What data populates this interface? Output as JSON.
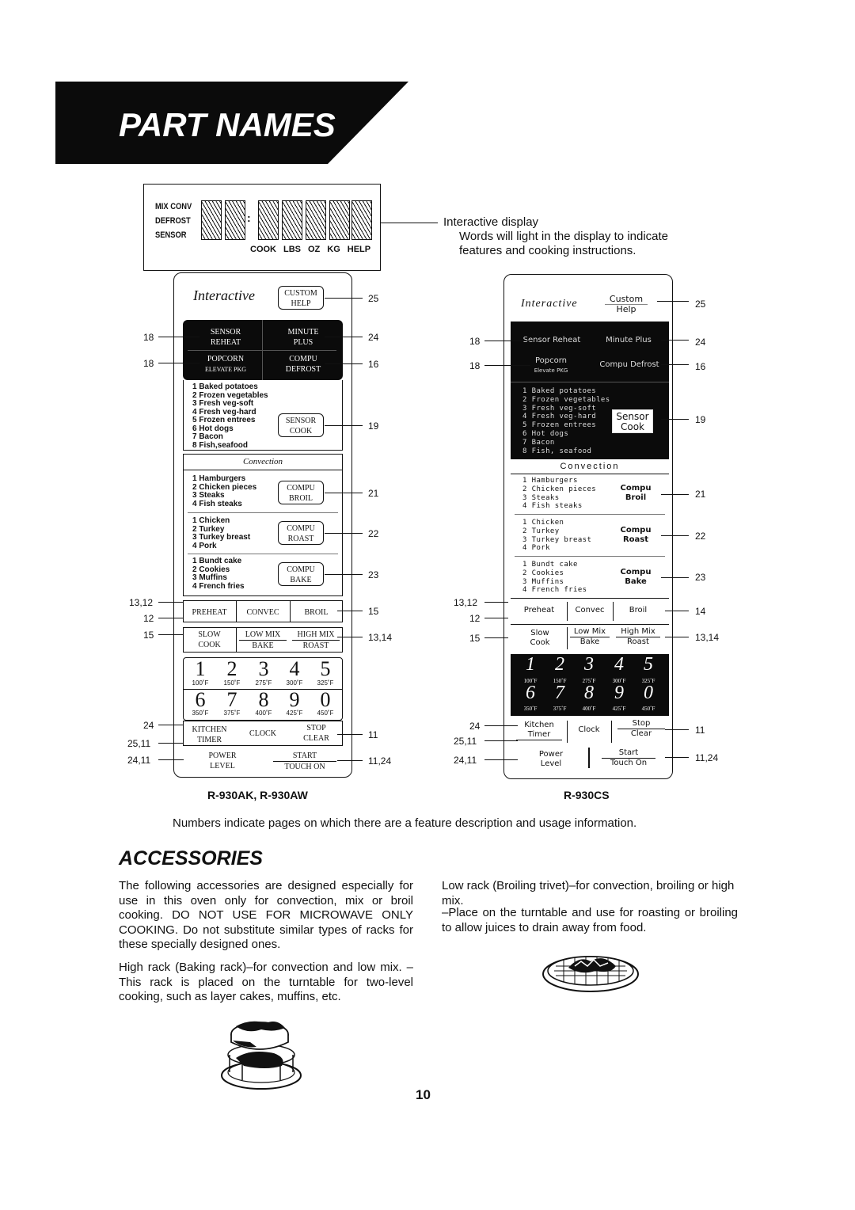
{
  "title": "PART NAMES",
  "lcd": {
    "labels": [
      "MIX CONV",
      "DEFROST",
      "SENSOR"
    ],
    "units": [
      "COOK",
      "LBS",
      "OZ",
      "KG",
      "HELP"
    ]
  },
  "display_callout": {
    "title": "Interactive display",
    "desc1": "Words will light in the display to indicate",
    "desc2": "features and cooking instructions."
  },
  "left_panel": {
    "interactive": "Interactive",
    "custom": "CUSTOM",
    "help": "HELP",
    "sensor": "SENSOR",
    "reheat": "REHEAT",
    "minute": "MINUTE",
    "plus": "PLUS",
    "popcorn": "POPCORN",
    "elevate": "ELEVATE PKG",
    "compu": "COMPU",
    "defrost": "DEFROST",
    "sensor_items": [
      "1  Baked potatoes",
      "2  Frozen vegetables",
      "3  Fresh veg-soft",
      "4  Fresh veg-hard",
      "5  Frozen entrees",
      "6  Hot dogs",
      "7  Bacon",
      "8  Fish,seafood"
    ],
    "sensor_cook": [
      "SENSOR",
      "COOK"
    ],
    "convection": "Convection",
    "broil_items": [
      "1  Hamburgers",
      "2  Chicken pieces",
      "3  Steaks",
      "4  Fish steaks"
    ],
    "broil_btn": [
      "COMPU",
      "BROIL"
    ],
    "roast_items": [
      "1  Chicken",
      "2  Turkey",
      "3  Turkey breast",
      "4  Pork"
    ],
    "roast_btn": [
      "COMPU",
      "ROAST"
    ],
    "bake_items": [
      "1  Bundt cake",
      "2  Cookies",
      "3  Muffins",
      "4  French fries"
    ],
    "bake_btn": [
      "COMPU",
      "BAKE"
    ],
    "preheat": "PREHEAT",
    "convec": "CONVEC",
    "broil": "BROIL",
    "slow": "SLOW",
    "cook": "COOK",
    "lowmix": "LOW MIX",
    "bake": "BAKE",
    "highmix": "HIGH MIX",
    "roast": "ROAST",
    "digits1": [
      "1",
      "2",
      "3",
      "4",
      "5"
    ],
    "temps1": [
      "100˚F",
      "150˚F",
      "275˚F",
      "300˚F",
      "325˚F"
    ],
    "digits2": [
      "6",
      "7",
      "8",
      "9",
      "0"
    ],
    "temps2": [
      "350˚F",
      "375˚F",
      "400˚F",
      "425˚F",
      "450˚F"
    ],
    "kitchen": "KITCHEN",
    "timer": "TIMER",
    "clock": "CLOCK",
    "stop": "STOP",
    "clear": "CLEAR",
    "power": "POWER",
    "level": "LEVEL",
    "start": "START",
    "touchon": "TOUCH ON",
    "model": "R-930AK, R-930AW"
  },
  "left_numbers": {
    "l18a": "18",
    "l18b": "18",
    "l1312": "13,12",
    "l12": "12",
    "l15": "15",
    "l24": "24",
    "l2511": "25,11",
    "l2411": "24,11",
    "r25": "25",
    "r24": "24",
    "r16": "16",
    "r19": "19",
    "r21": "21",
    "r22": "22",
    "r23": "23",
    "r15": "15",
    "r1314": "13,14",
    "r11": "11",
    "r1124": "11,24"
  },
  "right_panel": {
    "interactive": "Interactive",
    "custom": "Custom",
    "help": "Help",
    "sensor_reheat": "Sensor Reheat",
    "minute_plus": "Minute Plus",
    "popcorn": "Popcorn",
    "elevate": "Elevate PKG",
    "compu_defrost": "Compu Defrost",
    "sensor_items": [
      "1  Baked potatoes",
      "2  Frozen vegetables",
      "3  Fresh veg-soft",
      "4  Fresh veg-hard",
      "5  Frozen entrees",
      "6  Hot dogs",
      "7  Bacon",
      "8  Fish, seafood"
    ],
    "sensor_cook": [
      "Sensor",
      "Cook"
    ],
    "convection": "Convection",
    "broil_items": [
      "1  Hamburgers",
      "2  Chicken pieces",
      "3  Steaks",
      "4  Fish steaks"
    ],
    "broil_btn": [
      "Compu",
      "Broil"
    ],
    "roast_items": [
      "1  Chicken",
      "2  Turkey",
      "3  Turkey breast",
      "4  Pork"
    ],
    "roast_btn": [
      "Compu",
      "Roast"
    ],
    "bake_items": [
      "1  Bundt cake",
      "2  Cookies",
      "3  Muffins",
      "4  French fries"
    ],
    "bake_btn": [
      "Compu",
      "Bake"
    ],
    "preheat": "Preheat",
    "convec": "Convec",
    "broil": "Broil",
    "slow": "Slow",
    "cook": "Cook",
    "lowmix": "Low Mix",
    "bake": "Bake",
    "highmix": "High Mix",
    "roast": "Roast",
    "digits1": [
      "1",
      "2",
      "3",
      "4",
      "5"
    ],
    "temps1": [
      "100˚F",
      "150˚F",
      "275˚F",
      "300˚F",
      "325˚F"
    ],
    "digits2": [
      "6",
      "7",
      "8",
      "9",
      "0"
    ],
    "temps2": [
      "350˚F",
      "375˚F",
      "400˚F",
      "425˚F",
      "450˚F"
    ],
    "kitchen": "Kitchen",
    "timer": "Timer",
    "clock": "Clock",
    "stop": "Stop",
    "clear": "Clear",
    "power": "Power",
    "level": "Level",
    "start": "Start",
    "touchon": "Touch On",
    "model": "R-930CS"
  },
  "right_numbers": {
    "l18a": "18",
    "l18b": "18",
    "l1312": "13,12",
    "l12": "12",
    "l15": "15",
    "l24": "24",
    "l2511": "25,11",
    "l2411": "24,11",
    "r25": "25",
    "r24": "24",
    "r16": "16",
    "r19": "19",
    "r21": "21",
    "r22": "22",
    "r23": "23",
    "r14": "14",
    "r1314": "13,14",
    "r11": "11",
    "r1124": "11,24"
  },
  "note": "Numbers indicate pages on which there are a feature description and usage information.",
  "accessories": {
    "heading": "ACCESSORIES",
    "p1": "The following accessories are designed especially for use in this oven only for convection, mix or broil cooking. DO NOT USE FOR MICROWAVE ONLY COOKING. Do not substitute similar types of racks for these specially designed ones.",
    "p2": "High rack (Baking rack)–for convection and low mix. –This rack is placed on the turntable for two-level cooking, such as layer cakes, muffins, etc.",
    "p3a": "Low rack (Broiling trivet)–for convection, broiling or high mix.",
    "p3b": "–Place on the turntable and use for roasting or broiling to allow juices to drain away from food."
  },
  "page_number": "10"
}
